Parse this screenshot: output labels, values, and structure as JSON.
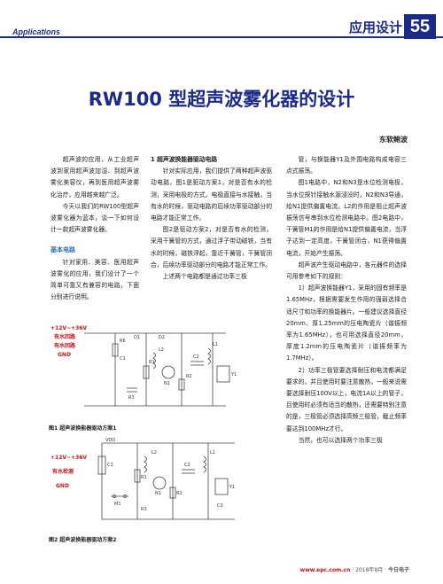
{
  "header": {
    "section": "Applications",
    "tab": "应用设计",
    "page_number": "55"
  },
  "title": "RW100 型超声波雾化器的设计",
  "author": "东软鲍波",
  "col1": {
    "p1": "超声波的应用，从工业超声波到家用超声波加湿、到超声波雾化美容仪，再到医用超声波雾化治疗，应用越来越广泛。",
    "p2": "今天以我们的RW100型超声波雾化器为蓝本，谈一下如何设计一款超声波雾化器。",
    "subhead": "基本电路",
    "p3": "针对家用、美容、医用超声波雾化的应用，我们设计了一个简单可靠又有兼容的电路，下面分别进行说明。"
  },
  "col2": {
    "head": "1 超声波换能器驱动电路",
    "p1": "针对实际应用，我们提供了两种超声波驱动电路，图1是驱动方案1，对是否有水的检测，采用电极的方式，电极直接与水接触，当有水的时候，驱动电路的后续功率驱动部分的电路才能正常工作。",
    "p2": "图2是驱动方案2，对是否有水的检测，采用干簧管的方式，通过浮子带动磁铁，当有水的时候，磁铁浮起，靠近干簧管，干簧管闭合，后续功率驱动部分的电路才能正常工作。",
    "p3": "上述两个电路都是通过功率三极"
  },
  "col3": {
    "p1": "管，与换能器Y1及外围电路构成电容三点式振荡。",
    "p2": "图1电路中，N2和N3是水位检测电极，当水位探针接触水源浸没时，N2和N3导通，给N1提供偏置电流。L2的作用是阻止超声波振荡信号串到水位检测电路中。图2电路中，干簧管M1的作用是给N1提供偏置电流，当浮子达到一定高度，干簧管闭合，N1获得偏置电流，开始产生振荡。",
    "p3": "超声波产生驱动电路中，各元器件的选择可用参考如下的规则：",
    "p4": "1）超声波换能器Y1，采用的固有频率是1.65MHz，根据需要发生作用的强弱选择合适尺寸和功率的换能器片。一般建议选择直径20mm、厚1.25mm的压电陶瓷片（谐振频率为1.65MHz），也可用选择直径20mm，厚度1.2mm的压电陶瓷片（谐振频率为1.7MHz）。",
    "p5": "2）功率三极管要选择耐压和电流都满足要求的，并且使用时要注意散热，一般来说需要选择耐压100V以上，电流1A以上的管子，且使用时必须有适当的散热，还需要特别注意的是，三极管必须选择高频三极管，截止频率要达到100MHz才行。",
    "p6": "当然，也可以选择两个功率三极"
  },
  "fig1": {
    "caption": "图1 超声波换能器驱动方案1",
    "legend": [
      "+12V~+36V",
      "有水回路",
      "有水回路",
      "GND"
    ],
    "labels": [
      "R6",
      "D1",
      "D2",
      "C1",
      "R1",
      "R2",
      "L1",
      "L2",
      "N1",
      "Y1",
      "C2",
      "R3"
    ]
  },
  "fig2": {
    "caption": "图2 超声波换能器驱动方案2",
    "legend": [
      "+12V~+36V",
      "有水检测",
      "GND"
    ],
    "labels": [
      "VDD",
      "C1",
      "R1",
      "R2",
      "L1",
      "L2",
      "N1",
      "M1",
      "Y1",
      "C2",
      "C3",
      "R3"
    ]
  },
  "footer": {
    "url": "www.epc.com.cn",
    "date": "· 2018年8月 ·",
    "publication": "今日电子"
  },
  "colors": {
    "brand": "#1b2b87",
    "subhead": "#2a6db0",
    "legend": "#c0161d"
  }
}
